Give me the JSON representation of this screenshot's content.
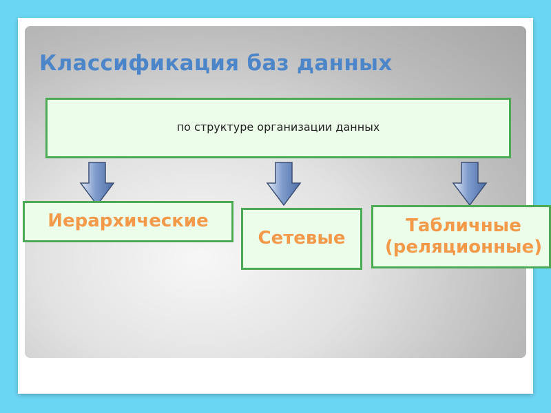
{
  "title": "Классификация баз данных",
  "criterion": "по структуре организации данных",
  "categories": [
    {
      "label": "Иерархические"
    },
    {
      "label": "Сетевые"
    },
    {
      "label_line1": "Табличные",
      "label_line2": "(реляционные)"
    }
  ],
  "colors": {
    "background": "#6bd6f3",
    "title": "#4d86c8",
    "box_fill": "#ecfde9",
    "box_border": "#4caa55",
    "category_text": "#f39a4a",
    "arrow_fill": "#6d8fc4"
  },
  "icons": [
    "down-arrow-icon",
    "down-arrow-icon",
    "down-arrow-icon"
  ]
}
